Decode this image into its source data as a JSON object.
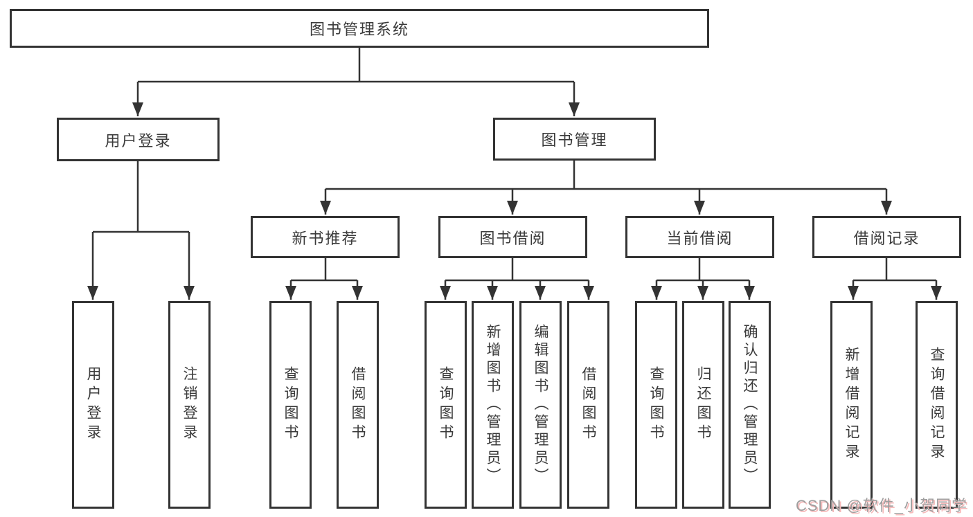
{
  "diagram": {
    "root": "图书管理系统",
    "level2": [
      {
        "label": "用户登录"
      },
      {
        "label": "图书管理"
      }
    ],
    "level3": [
      {
        "label": "新书推荐"
      },
      {
        "label": "图书借阅"
      },
      {
        "label": "当前借阅"
      },
      {
        "label": "借阅记录"
      }
    ],
    "leaves": {
      "user_login": [
        "用户登录",
        "注销登录"
      ],
      "new_book": [
        "查询图书",
        "借阅图书"
      ],
      "borrow": [
        "查询图书",
        "新增图书（管理员）",
        "编辑图书（管理员）",
        "借阅图书"
      ],
      "current": [
        "查询图书",
        "归还图书",
        "确认归还（管理员）"
      ],
      "records": [
        "新增借阅记录",
        "查询借阅记录"
      ]
    },
    "colors": {
      "line": "#333333",
      "text": "#3a3a3a",
      "background": "#ffffff",
      "watermark_gray": "#9e9e9e",
      "watermark_pink": "#f6baba"
    },
    "watermark": "CSDN @软件_小贺同学"
  }
}
